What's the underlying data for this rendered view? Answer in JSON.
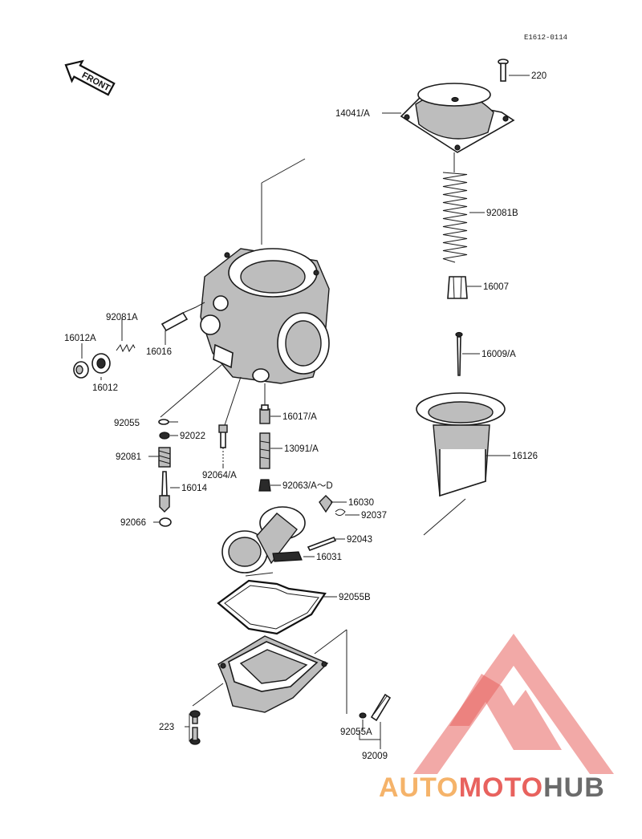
{
  "diagram_code": "E1612-0114",
  "front_label": "FRONT",
  "watermark": {
    "part1": "AUTO",
    "part2": "MOTO",
    "part3": "HUB",
    "color_light": "#f5b36a",
    "color_red": "#e8625e",
    "color_gray": "#6b6b6b"
  },
  "parts": {
    "p220": "220",
    "p14041a": "14041/A",
    "p92081b": "92081B",
    "p16007": "16007",
    "p16009a": "16009/A",
    "p16126": "16126",
    "p92081a": "92081A",
    "p16012a": "16012A",
    "p16016": "16016",
    "p16012": "16012",
    "p92055": "92055",
    "p92022": "92022",
    "p16017a": "16017/A",
    "p13091a": "13091/A",
    "p92081": "92081",
    "p92064a": "92064/A",
    "p16014": "16014",
    "p92063a": "92063/A～D",
    "p16030": "16030",
    "p92037": "92037",
    "p92066": "92066",
    "p92043": "92043",
    "p16031": "16031",
    "p92055b": "92055B",
    "p223": "223",
    "p92055a": "92055A",
    "p92009": "92009"
  }
}
